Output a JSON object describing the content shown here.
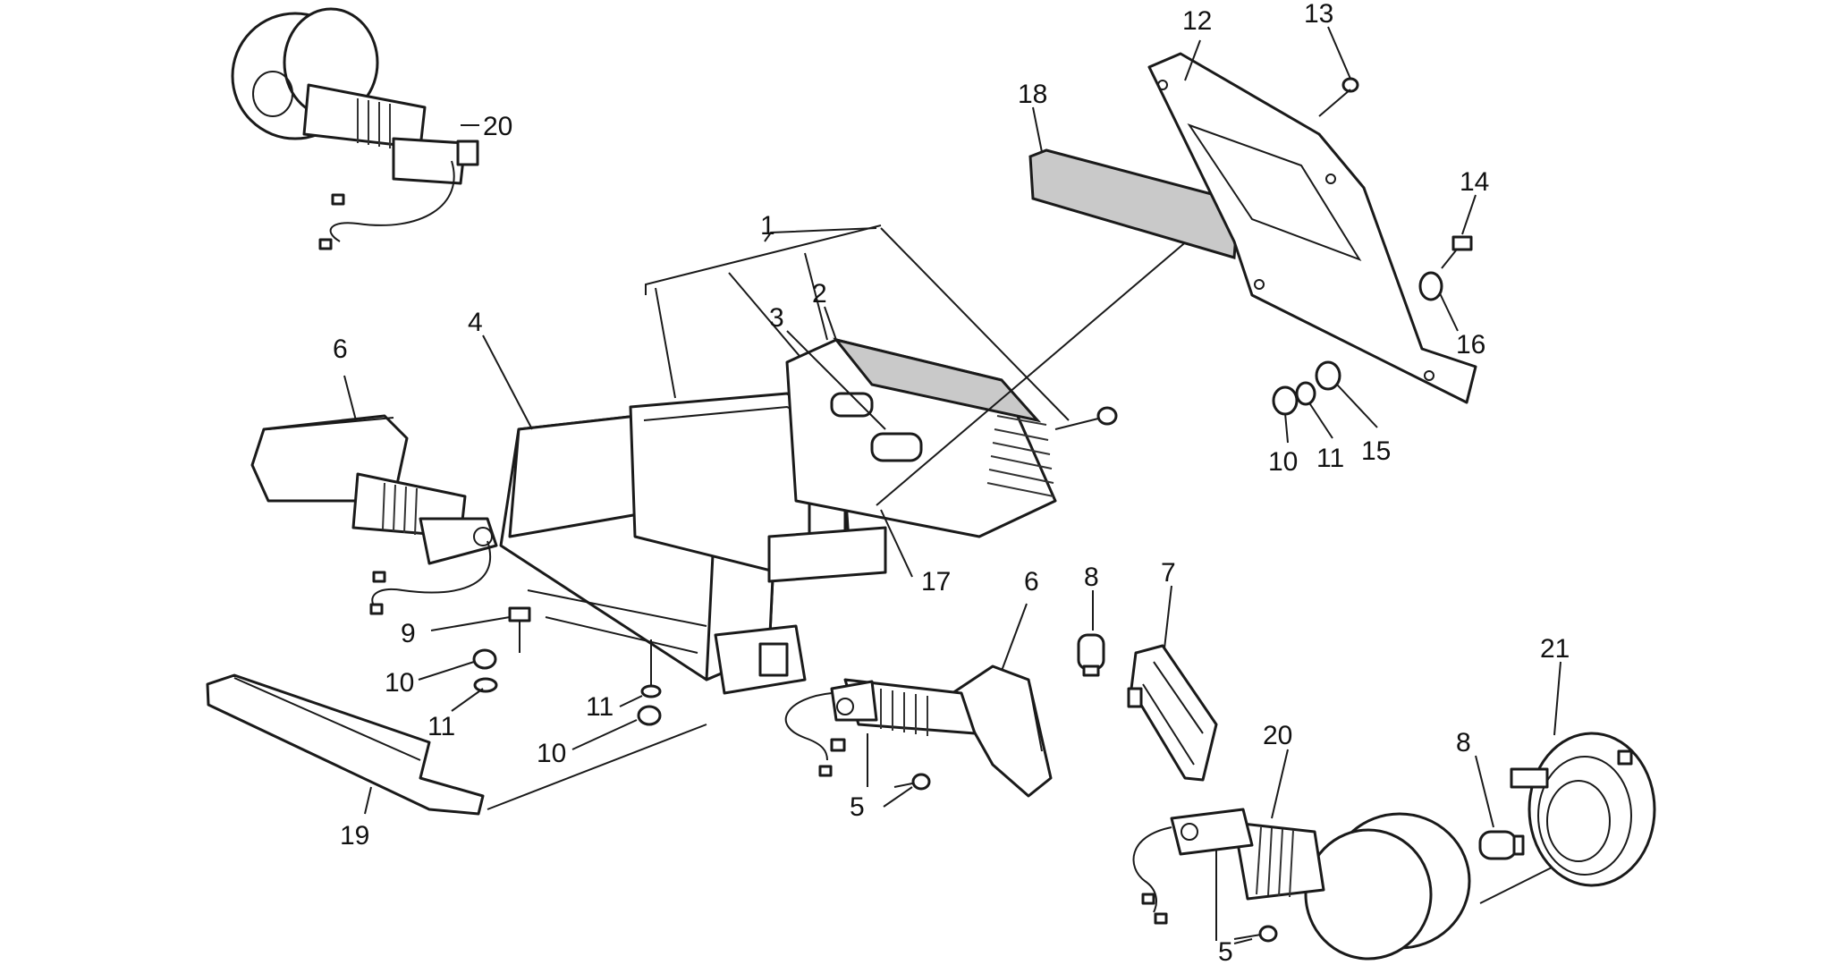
{
  "diagram": {
    "labels": {
      "lbl_1": "1",
      "lbl_2": "2",
      "lbl_3": "3",
      "lbl_4": "4",
      "lbl_5a": "5",
      "lbl_5b": "5",
      "lbl_6a": "6",
      "lbl_6b": "6",
      "lbl_7": "7",
      "lbl_8a": "8",
      "lbl_8b": "8",
      "lbl_9": "9",
      "lbl_10a": "10",
      "lbl_10b": "10",
      "lbl_10c": "10",
      "lbl_11a": "11",
      "lbl_11b": "11",
      "lbl_11c": "11",
      "lbl_12": "12",
      "lbl_13": "13",
      "lbl_14": "14",
      "lbl_15": "15",
      "lbl_16": "16",
      "lbl_17": "17",
      "lbl_18": "18",
      "lbl_19": "19",
      "lbl_20a": "20",
      "lbl_20b": "20",
      "lbl_21": "21"
    }
  }
}
